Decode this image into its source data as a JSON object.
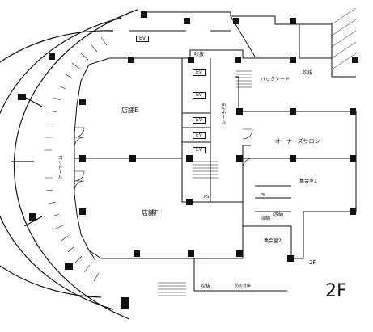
{
  "floor_label": "2F",
  "level_marker": "2F",
  "rooms": {
    "shop_e": "店舗E",
    "shop_f": "店舗F",
    "owners_salon": "オーナーズサロン",
    "meeting_room_1": "集会室1",
    "meeting_room_2": "集会室2",
    "storage_1": "収納",
    "storage_2": "収納",
    "back_yard": "バックヤード",
    "corridor": "コリドール",
    "ev_hall": "EVホール",
    "void_top": "吹抜",
    "void_right": "吹抜",
    "void_bottom": "吹抜",
    "pipe_shaft": "PS",
    "pipe_shaft_2": "PS",
    "ev_labels": [
      "EV",
      "EV",
      "EV",
      "EV",
      "EV",
      "EV"
    ],
    "small_label": "防災倉庫"
  },
  "colors": {
    "line": "#111111",
    "pillar": "#111111",
    "background": "#ffffff"
  }
}
